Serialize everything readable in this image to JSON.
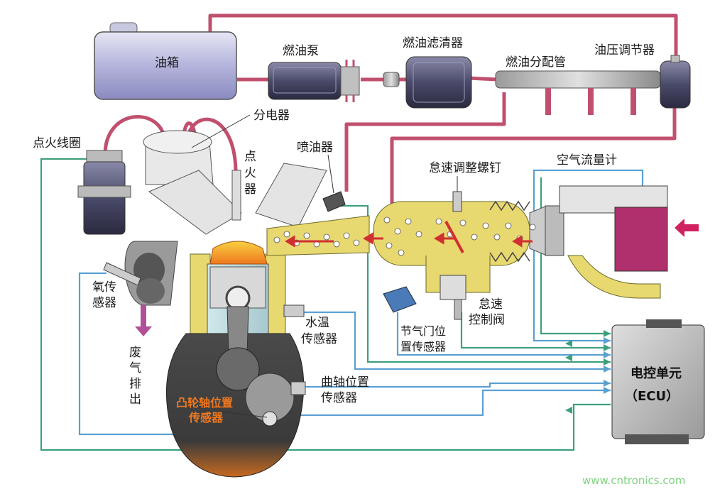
{
  "labels": {
    "tank": "油箱",
    "fuel_pump": "燃油泵",
    "fuel_filter": "燃油滤清器",
    "fuel_rail": "燃油分配管",
    "pressure_regulator": "油压调节器",
    "distributor": "分电器",
    "ignition_coil": "点火线圈",
    "spark_plug": [
      "点",
      "火",
      "器"
    ],
    "injector": "喷油器",
    "idle_screw": "怠速调整螺钉",
    "air_flow_meter": "空气流量计",
    "oxygen_sensor": [
      "氧传",
      "感器"
    ],
    "exhaust": [
      "废",
      "气",
      "排",
      "出"
    ],
    "coolant_sensor": [
      "水温",
      "传感器"
    ],
    "idle_valve": [
      "怠速",
      "控制阀"
    ],
    "throttle_sensor": [
      "节气门位",
      "置传感器"
    ],
    "crank_sensor": [
      "曲轴位置",
      "传感器"
    ],
    "cam_sensor": [
      "凸轮轴位置",
      "传感器"
    ],
    "ecu": [
      "电控单元",
      "（ECU）"
    ]
  },
  "watermark": "www.cntronics.com",
  "colors": {
    "fuel_line": "#c0506e",
    "signal_blue": "#5aa0d2",
    "signal_green": "#3ea07a",
    "intake_yellow": "#e8d870",
    "ecu_gray": "#4a4a4a",
    "engine_dark": "#3a3a3a",
    "combustion_orange": "#f0a030",
    "watermark_green": "#7fd27f"
  }
}
